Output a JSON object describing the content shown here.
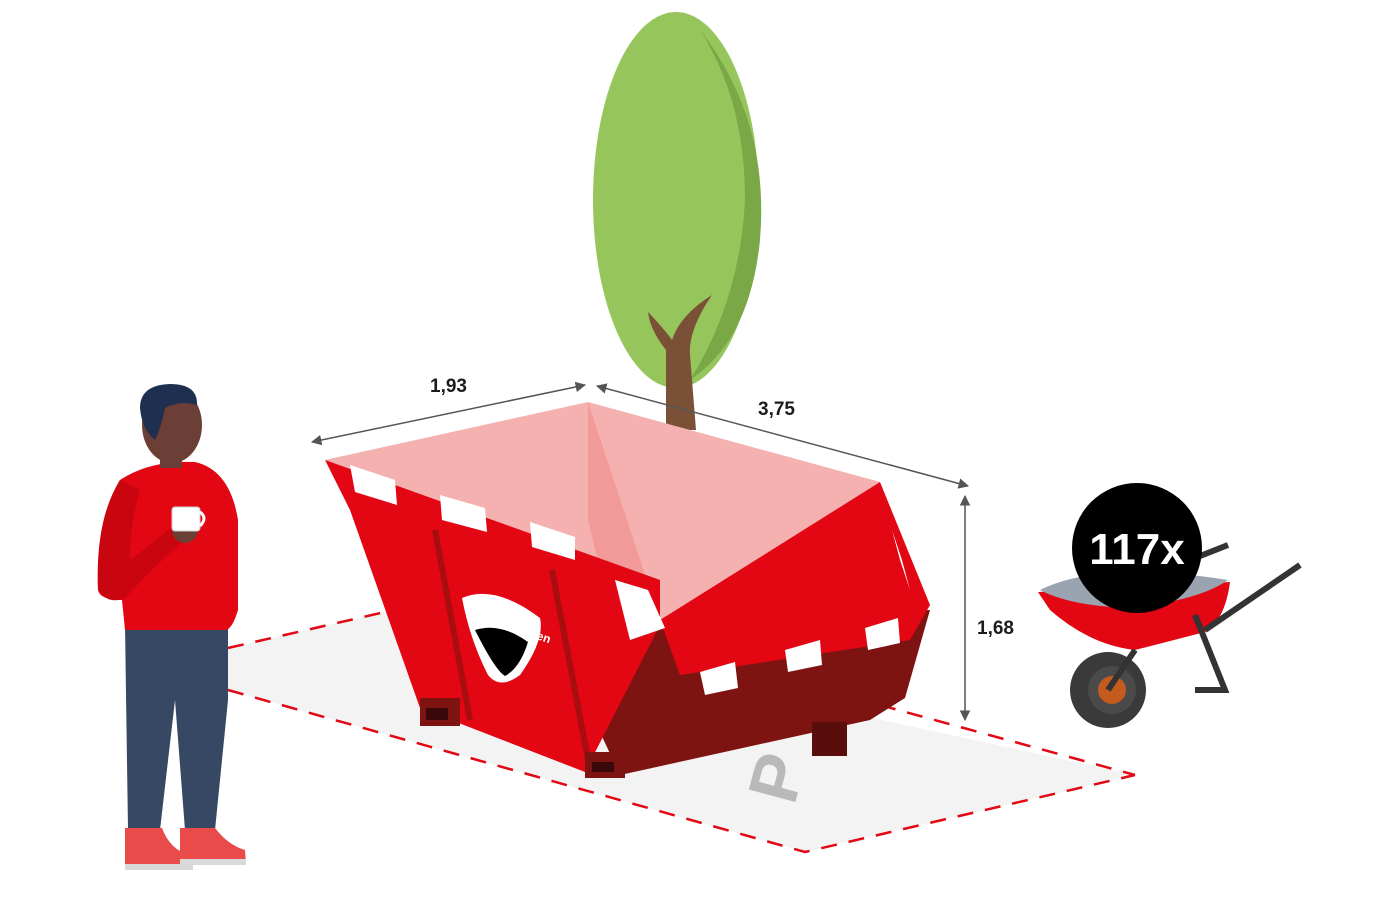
{
  "dimensions": {
    "width": "1,93",
    "length": "3,75",
    "height": "1,68"
  },
  "wheelbarrow_badge": "117x",
  "container_logo": "van Kaathoven",
  "parking_letter": "P",
  "colors": {
    "brand_red": "#e30613",
    "dark_red": "#7e1411",
    "inner_pink": "#f5b1b0",
    "tree_green": "#96c55c",
    "tree_shadow": "#7aa847",
    "trunk_brown": "#7a5137",
    "pavement": "#f3f3f3",
    "person_skin": "#6b3f35",
    "person_hair": "#1f2f4f",
    "person_pants": "#374864",
    "badge_bg": "#000000"
  }
}
